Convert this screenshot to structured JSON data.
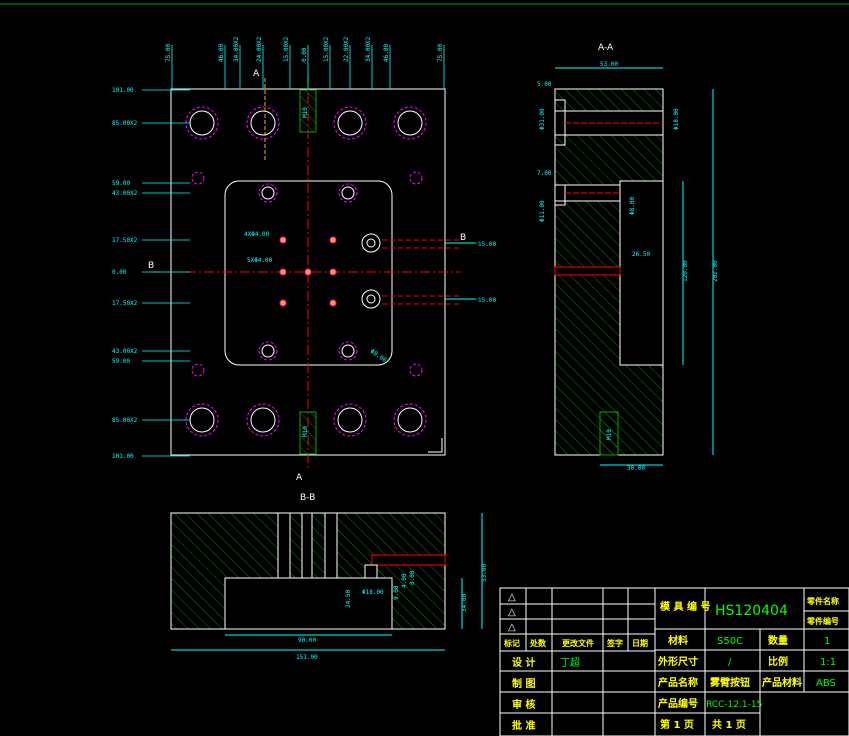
{
  "colors": {
    "background": "#000000",
    "outline": "#ffffff",
    "dimension": "#00ffff",
    "center": "#ff0000",
    "hatch": "#00aa00",
    "hidden": "#ff0000",
    "thread": "#ff00ff",
    "title_text": "#ffff00",
    "value_text": "#00ff00"
  },
  "views": {
    "top_dims": [
      "75.00",
      "46.00",
      "34.00X2",
      "24.00X2",
      "15.00X2",
      "0.00",
      "15.00X2",
      "22.00X2",
      "34.00X2",
      "46.00",
      "75.00"
    ],
    "left_dims": [
      "101.00",
      "85.00X2",
      "59.00",
      "43.00X2",
      "17.50X2",
      "0.00",
      "17.50X2",
      "43.00X2",
      "59.00",
      "85.00X2",
      "101.00"
    ],
    "right_dims": [
      "15.00",
      "15.00"
    ],
    "small_dims": [
      "4XΦ4.00",
      "5XΦ4.00",
      "M10",
      "M10",
      "Φ8.00"
    ],
    "section_a_label": "A",
    "section_b_label": "B",
    "aa_title": "A-A",
    "aa_dims": [
      "5.00",
      "53.00",
      "Φ31.00",
      "Φ18.00",
      "7.00",
      "Φ11.00",
      "Φ8.00",
      "26.50",
      "120.00",
      "202.00",
      "M10",
      "30.00"
    ],
    "bb_title": "B-B",
    "bb_dims": [
      "90.00",
      "151.00",
      "24.50",
      "Φ18.00",
      "9.00",
      "4.00",
      "8.00",
      "34.00",
      "53.00"
    ]
  },
  "title_block": {
    "marks": [
      "△",
      "△",
      "△"
    ],
    "header_cells": [
      "标记",
      "处数",
      "更改文件",
      "签字",
      "日期"
    ],
    "rows": [
      {
        "label": "设 计",
        "value": "丁超"
      },
      {
        "label": "制 图",
        "value": ""
      },
      {
        "label": "审 核",
        "value": ""
      },
      {
        "label": "批 准",
        "value": ""
      }
    ],
    "mold_no_label": "模 具 编 号",
    "mold_no": "HS120404",
    "part_name_label": "零件名称",
    "part_no_label": "零件编号",
    "material_label": "材料",
    "material": "S50C",
    "qty_label": "数量",
    "qty": "1",
    "size_label": "外形尺寸",
    "size": "/",
    "scale_label": "比例",
    "scale": "1:1",
    "product_name_label": "产品名称",
    "product_name": "雾臂按钮",
    "product_material_label": "产品材料",
    "product_material": "ABS",
    "product_no_label": "产品编号",
    "product_no": "RCC-12.1-15",
    "sheet_label": "第 1 页",
    "total_label": "共 1 页"
  }
}
